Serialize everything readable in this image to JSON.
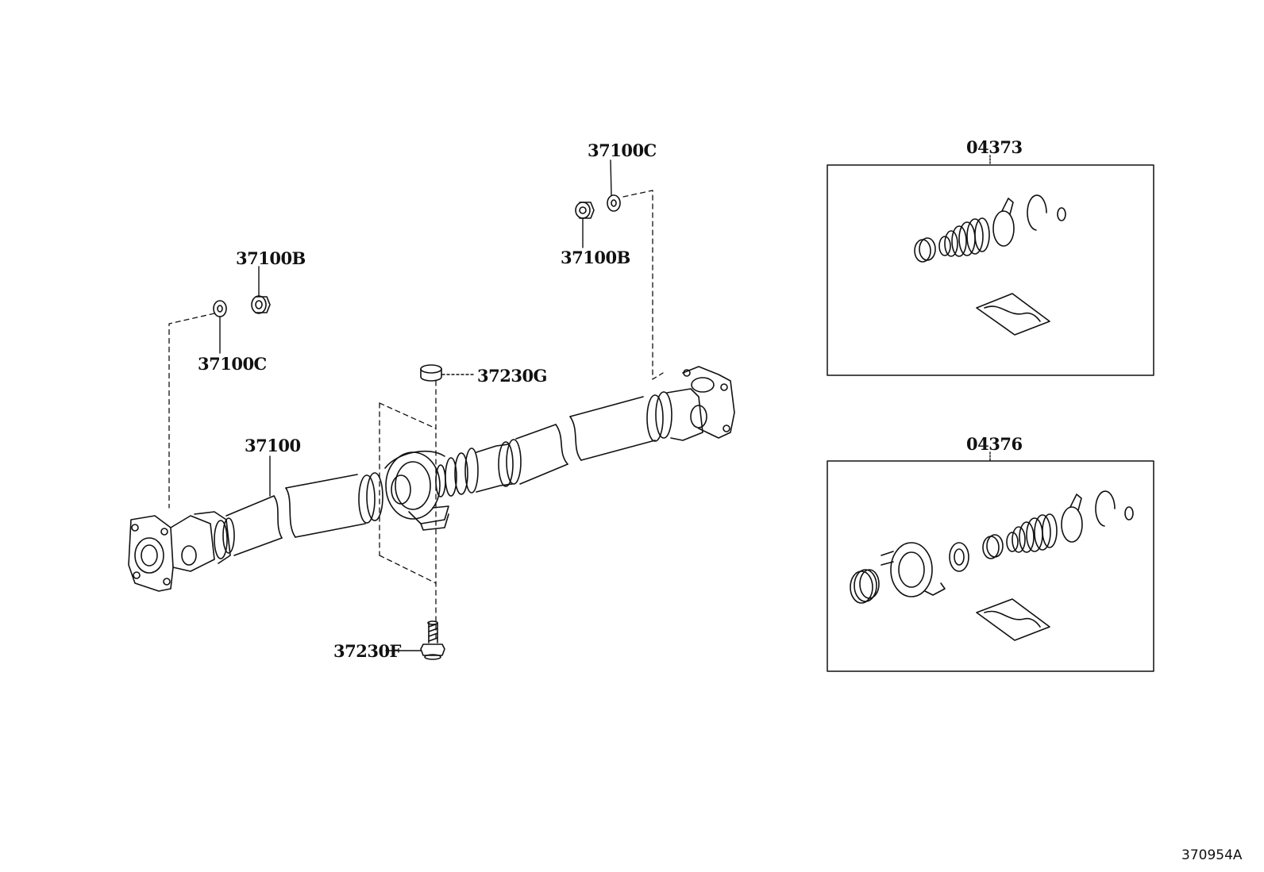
{
  "labels": {
    "nut_right": "37100B",
    "washer_right": "37100C",
    "nut_left": "37100B",
    "washer_left": "37100C",
    "shaft": "37100",
    "collar": "37230G",
    "bolt": "37230F",
    "kit_upper": "04373",
    "kit_lower": "04376"
  },
  "figure_id": "370954A"
}
